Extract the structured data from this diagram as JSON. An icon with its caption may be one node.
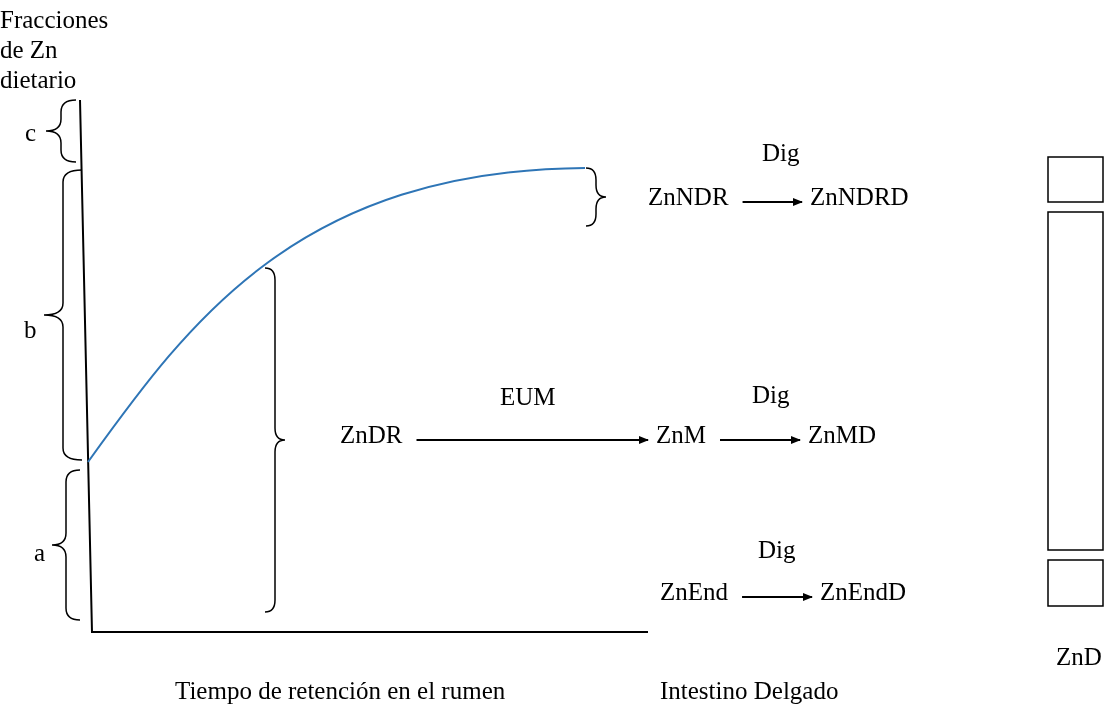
{
  "diagram": {
    "nodes": [
      {
        "text": [
          "ZnNDR"
        ]
      },
      {
        "text": [
          "ZnNDRD"
        ]
      },
      {
        "text": [
          "ZnDR"
        ]
      },
      {
        "text": [
          "ZnM"
        ]
      },
      {
        "text": [
          "ZnMD"
        ]
      },
      {
        "text": [
          "ZnEnd"
        ]
      },
      {
        "text": [
          "ZnEndD"
        ]
      }
    ],
    "edges": [
      {
        "from": 0,
        "to": 1,
        "arrow": "to",
        "label": "Dig"
      },
      {
        "from": 2,
        "to": 3,
        "arrow": "to",
        "label": "EUM"
      },
      {
        "from": 3,
        "to": 4,
        "arrow": "to",
        "label": "Dig"
      },
      {
        "from": 5,
        "to": 6,
        "arrow": "to",
        "label": "Dig"
      }
    ],
    "labels": [
      "Fracciones de Zn dietario",
      "c",
      "b",
      "a",
      "ZnD",
      "Tiempo de retención en el rumen",
      "Intestino Delgado"
    ]
  }
}
